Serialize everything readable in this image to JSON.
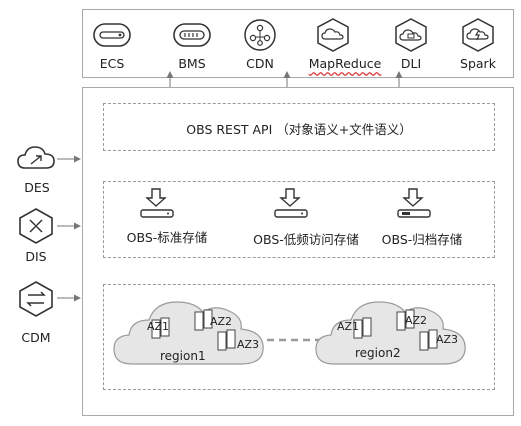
{
  "top_services": [
    {
      "label": "ECS",
      "icon": "ecs-server-icon"
    },
    {
      "label": "BMS",
      "icon": "bms-server-icon"
    },
    {
      "label": "CDN",
      "icon": "cdn-network-icon"
    },
    {
      "label": "MapReduce",
      "icon": "mapreduce-cloud-icon"
    },
    {
      "label": "DLI",
      "icon": "dli-cloud-icon"
    },
    {
      "label": "Spark",
      "icon": "spark-icon"
    }
  ],
  "left_services": [
    {
      "label": "DES",
      "icon": "des-cloud-icon"
    },
    {
      "label": "DIS",
      "icon": "dis-icon"
    },
    {
      "label": "CDM",
      "icon": "cdm-transfer-icon"
    }
  ],
  "api_text": "OBS REST API （对象语义+文件语义）",
  "storage_classes": [
    {
      "label": "OBS-标准存储",
      "icon": "download-disk-icon"
    },
    {
      "label": "OBS-低频访问存储",
      "icon": "download-disk-icon"
    },
    {
      "label": "OBS-归档存储",
      "icon": "download-archive-icon"
    }
  ],
  "regions": [
    {
      "label": "region1",
      "azs": [
        "AZ1",
        "AZ2",
        "AZ3"
      ]
    },
    {
      "label": "region2",
      "azs": [
        "AZ1",
        "AZ2",
        "AZ3"
      ]
    }
  ],
  "colors": {
    "border": "#a9a9a9",
    "icon_stroke": "#333333",
    "cloud_fill": "#e6e6e6",
    "arrow": "#777777"
  }
}
